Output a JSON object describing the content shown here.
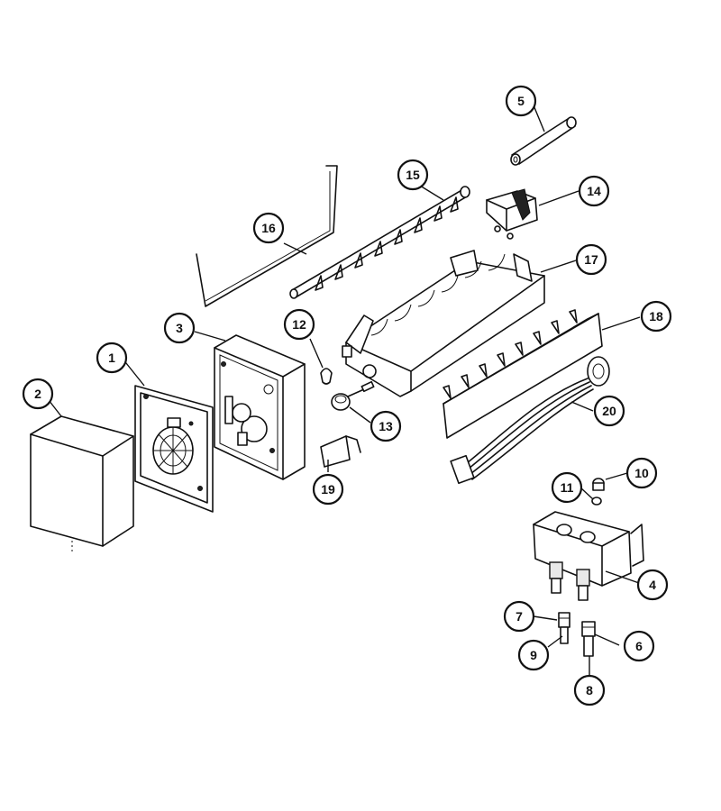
{
  "diagram": {
    "type": "exploded-parts-diagram",
    "callouts": [
      {
        "id": "c1",
        "label": "1"
      },
      {
        "id": "c2",
        "label": "2"
      },
      {
        "id": "c3",
        "label": "3"
      },
      {
        "id": "c4",
        "label": "4"
      },
      {
        "id": "c5",
        "label": "5"
      },
      {
        "id": "c6",
        "label": "6"
      },
      {
        "id": "c7",
        "label": "7"
      },
      {
        "id": "c8",
        "label": "8"
      },
      {
        "id": "c9",
        "label": "9"
      },
      {
        "id": "c10",
        "label": "10"
      },
      {
        "id": "c11",
        "label": "11"
      },
      {
        "id": "c12",
        "label": "12"
      },
      {
        "id": "c13",
        "label": "13"
      },
      {
        "id": "c14",
        "label": "14"
      },
      {
        "id": "c15",
        "label": "15"
      },
      {
        "id": "c16",
        "label": "16"
      },
      {
        "id": "c17",
        "label": "17"
      },
      {
        "id": "c18",
        "label": "18"
      },
      {
        "id": "c19",
        "label": "19"
      },
      {
        "id": "c20",
        "label": "20"
      }
    ]
  }
}
